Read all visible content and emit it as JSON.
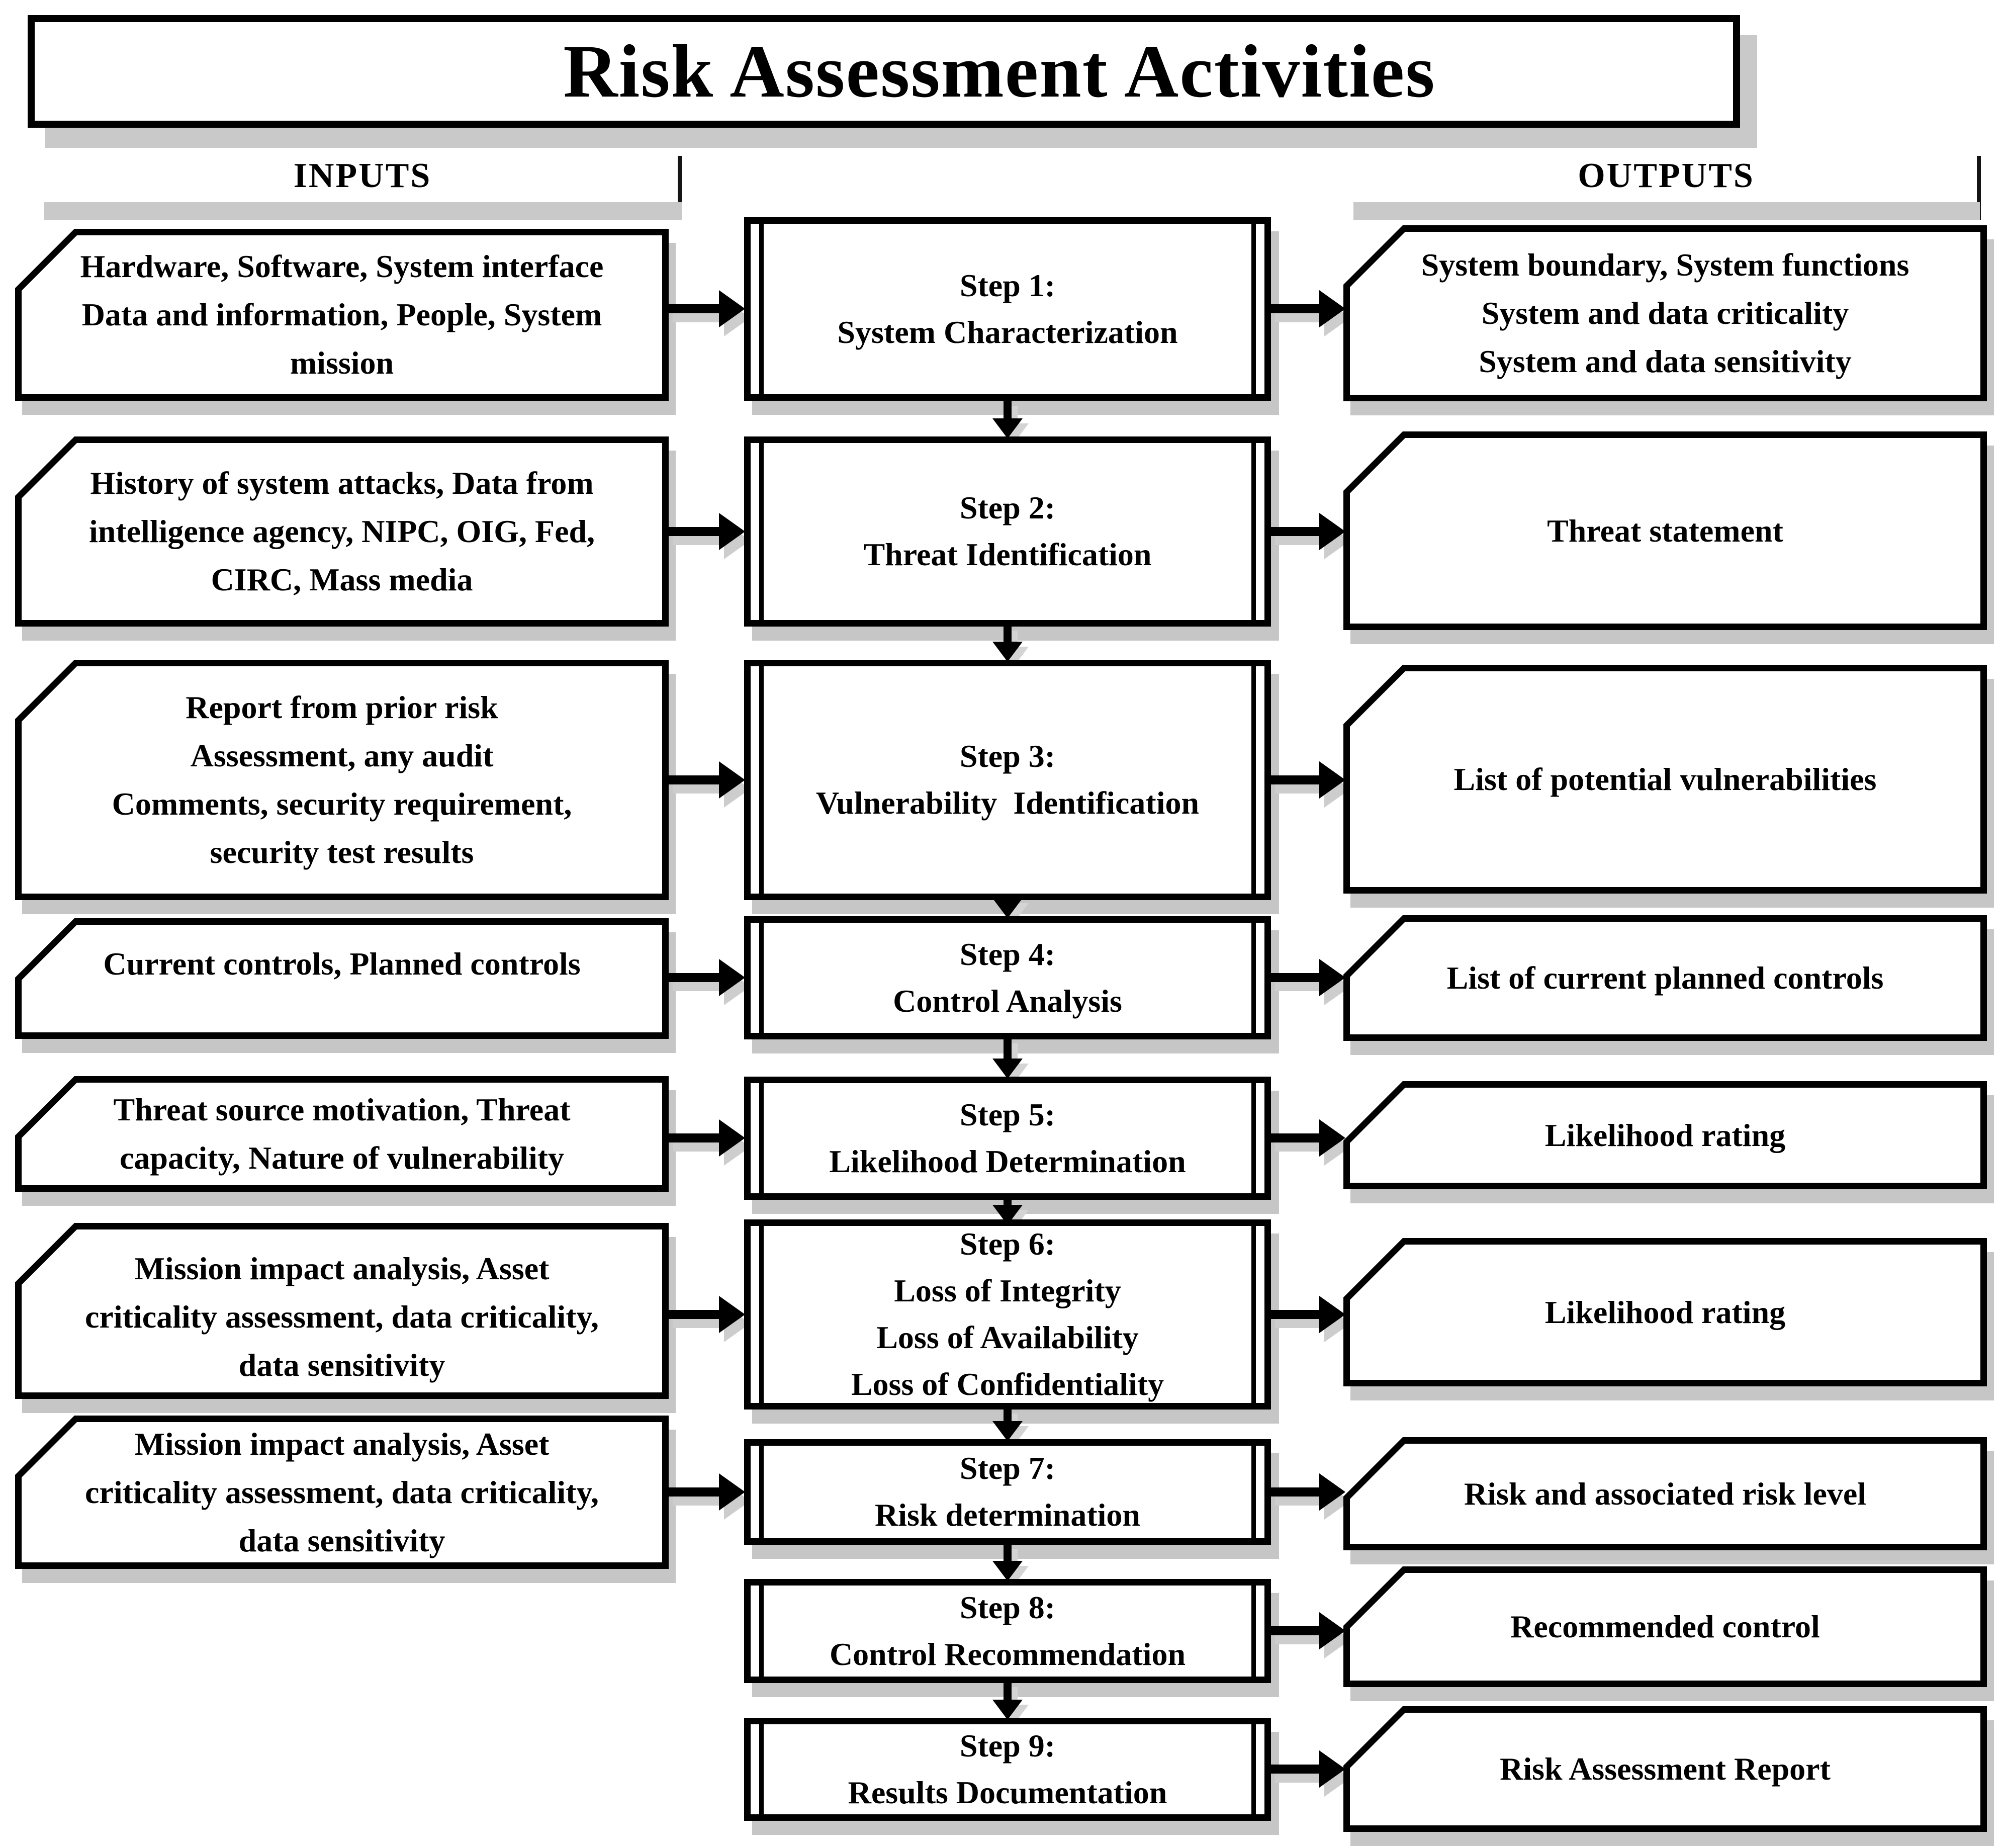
{
  "title": "Risk Assessment Activities",
  "headers": {
    "inputs": "INPUTS",
    "outputs": "OUTPUTS"
  },
  "colors": {
    "line": "#000000",
    "fill": "#ffffff",
    "text": "#000000",
    "shadow": "#c6c6c6"
  },
  "icons": {
    "flow_arrow_right": "▶",
    "flow_arrow_down": "▼"
  },
  "rows": [
    {
      "step": [
        "Step 1:",
        "System Characterization"
      ],
      "input": [
        "Hardware, Software, System interface",
        "Data and information, People, System",
        "mission"
      ],
      "output": [
        "System boundary, System functions",
        "System and data criticality",
        "System and data sensitivity"
      ]
    },
    {
      "step": [
        "Step 2:",
        "Threat Identification"
      ],
      "input": [
        "History of system attacks, Data from",
        "intelligence agency, NIPC, OIG, Fed,",
        "CIRC, Mass media"
      ],
      "output": [
        "Threat statement"
      ]
    },
    {
      "step": [
        "Step 3:",
        "Vulnerability  Identification"
      ],
      "input": [
        "Report from prior risk",
        "Assessment, any audit",
        "Comments, security requirement,",
        "security test results"
      ],
      "output": [
        "List of potential vulnerabilities"
      ]
    },
    {
      "step": [
        "Step 4:",
        "Control Analysis"
      ],
      "input": [
        "Current controls, Planned controls"
      ],
      "output": [
        "List of current planned controls"
      ]
    },
    {
      "step": [
        "Step 5:",
        "Likelihood Determination"
      ],
      "input": [
        "Threat source motivation, Threat",
        "capacity, Nature of vulnerability"
      ],
      "output": [
        "Likelihood rating"
      ]
    },
    {
      "step": [
        "Step 6:",
        "Loss of Integrity",
        "Loss of Availability",
        "Loss of Confidentiality"
      ],
      "input": [
        "Mission impact analysis, Asset",
        "criticality assessment, data criticality,",
        "data sensitivity"
      ],
      "output": [
        "Likelihood rating"
      ]
    },
    {
      "step": [
        "Step 7:",
        "Risk determination"
      ],
      "input": [
        "Mission impact analysis, Asset",
        "criticality assessment, data criticality,",
        "data sensitivity"
      ],
      "output": [
        "Risk and associated risk level"
      ]
    },
    {
      "step": [
        "Step 8:",
        "Control Recommendation"
      ],
      "input": null,
      "output": [
        "Recommended control"
      ]
    },
    {
      "step": [
        "Step 9:",
        "Results Documentation"
      ],
      "input": null,
      "output": [
        "Risk Assessment Report"
      ]
    }
  ]
}
